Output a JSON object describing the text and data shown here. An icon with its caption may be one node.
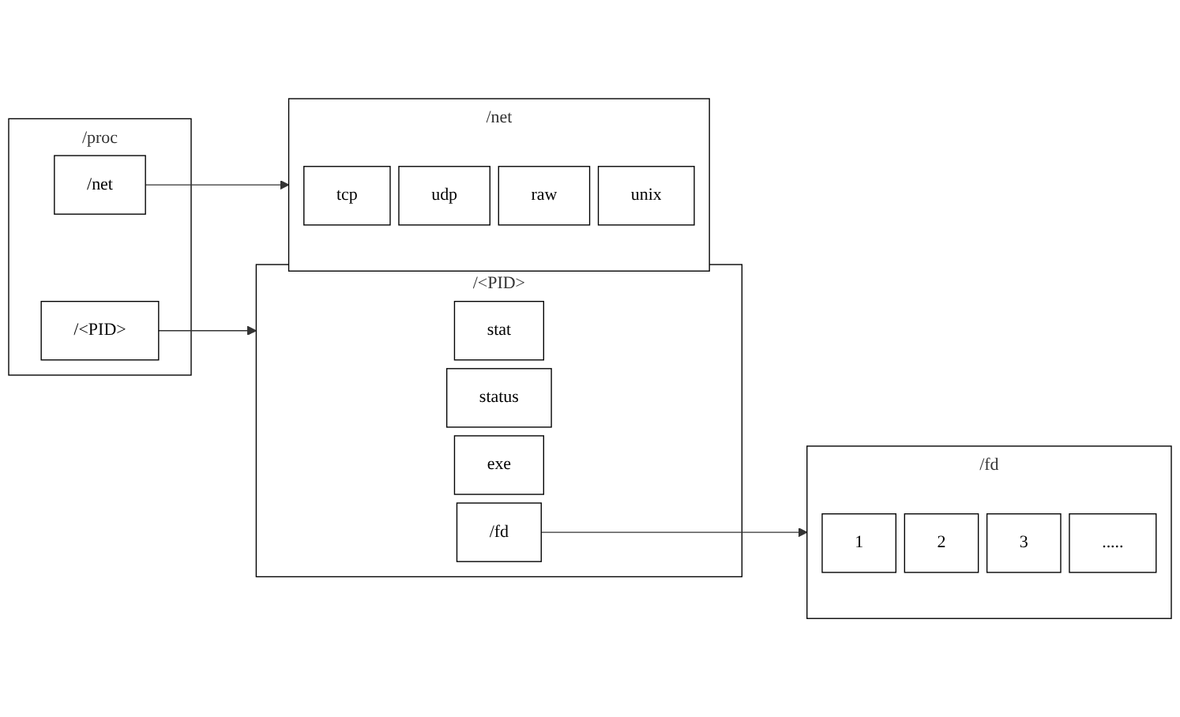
{
  "diagram": {
    "nodes": [
      {
        "text": [
          "/proc"
        ]
      },
      {
        "text": [
          "/<PID>"
        ],
        "in": 0
      },
      {
        "text": [
          "/net"
        ],
        "in": 0
      },
      {
        "text": [
          "/<PID>"
        ]
      },
      {
        "text": [
          "stat"
        ],
        "in": 3
      },
      {
        "text": [
          "status"
        ],
        "in": 3
      },
      {
        "text": [
          "exe"
        ],
        "in": 3
      },
      {
        "text": [
          "/fd"
        ],
        "in": 3
      },
      {
        "text": [
          "/fd"
        ]
      },
      {
        "text": [
          "1"
        ],
        "in": 8
      },
      {
        "text": [
          "2"
        ],
        "in": 8
      },
      {
        "text": [
          "3"
        ],
        "in": 8
      },
      {
        "text": [
          "....."
        ],
        "in": 8
      },
      {
        "text": [
          "/net"
        ]
      },
      {
        "text": [
          "tcp"
        ],
        "in": 13
      },
      {
        "text": [
          "udp"
        ],
        "in": 13
      },
      {
        "text": [
          "raw"
        ],
        "in": 13
      },
      {
        "text": [
          "unix"
        ],
        "in": 13
      }
    ],
    "edges": [
      {
        "from": 1,
        "to": 3,
        "arrow": "to"
      },
      {
        "from": 7,
        "to": 8,
        "arrow": "to"
      },
      {
        "from": 2,
        "to": 13,
        "arrow": "to"
      }
    ]
  }
}
